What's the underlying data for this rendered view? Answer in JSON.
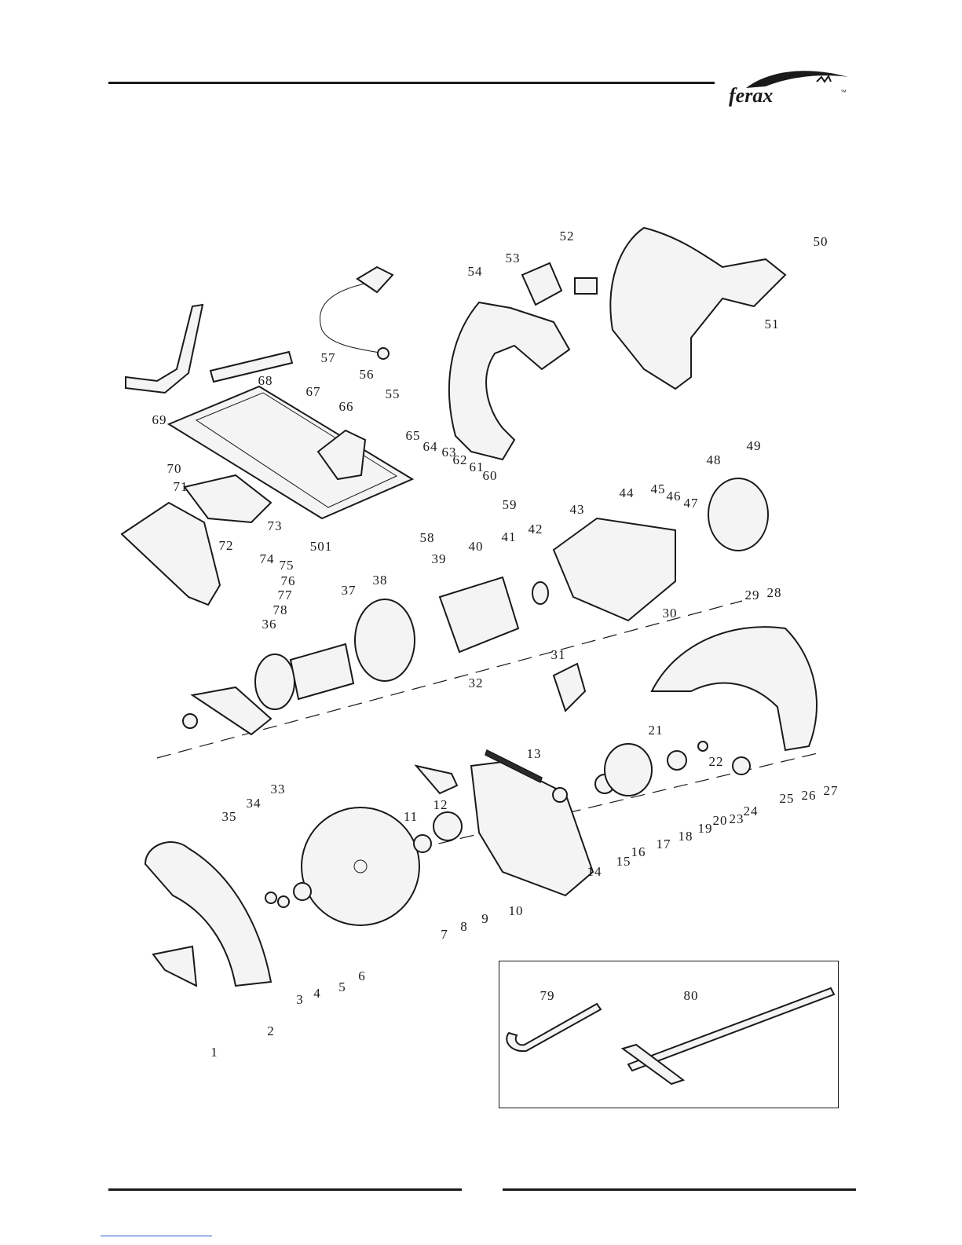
{
  "brand": {
    "name": "ferax",
    "tm": "™"
  },
  "diagram": {
    "part_numbers": [
      "1",
      "2",
      "3",
      "4",
      "5",
      "6",
      "7",
      "8",
      "9",
      "10",
      "11",
      "12",
      "13",
      "14",
      "15",
      "16",
      "17",
      "18",
      "19",
      "20",
      "21",
      "22",
      "23",
      "24",
      "25",
      "26",
      "27",
      "28",
      "29",
      "30",
      "31",
      "32",
      "33",
      "34",
      "35",
      "36",
      "37",
      "38",
      "39",
      "40",
      "41",
      "42",
      "43",
      "44",
      "45",
      "46",
      "47",
      "48",
      "49",
      "50",
      "51",
      "52",
      "53",
      "54",
      "55",
      "56",
      "57",
      "58",
      "59",
      "60",
      "61",
      "62",
      "63",
      "64",
      "65",
      "66",
      "67",
      "68",
      "69",
      "70",
      "71",
      "72",
      "73",
      "74",
      "75",
      "76",
      "77",
      "78",
      "79",
      "80",
      "501"
    ]
  },
  "accessories": {
    "hex_key_number": "79",
    "rip_fence_number": "80"
  }
}
